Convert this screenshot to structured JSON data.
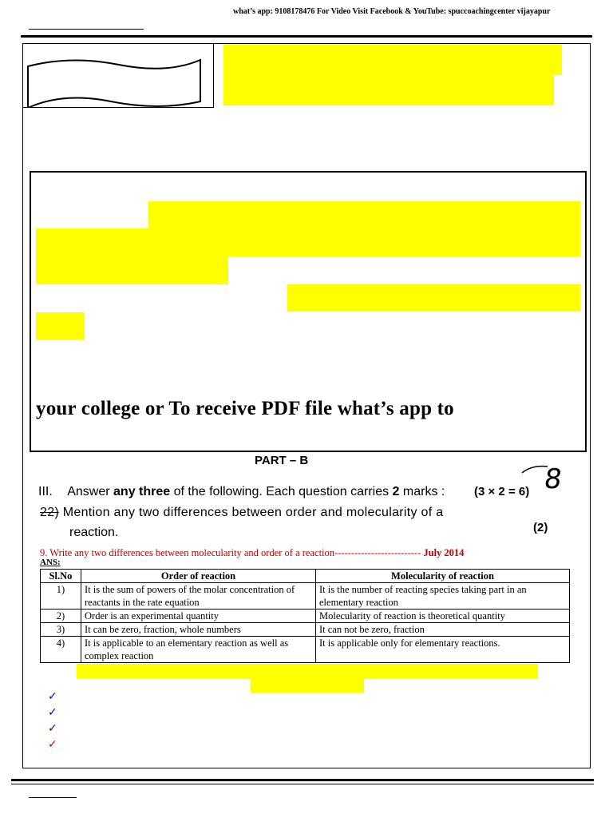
{
  "header": {
    "contact_line": "what’s app: 9108178476 For Video Visit Facebook & YouTube: spuccoachingcenter vijayapur"
  },
  "notice": {
    "bottom_line": "your college or To receive PDF file what’s app to"
  },
  "exam": {
    "part_label": "PART – B",
    "section_number": "III.",
    "instruction_pre": "Answer ",
    "instruction_bold": "any three",
    "instruction_mid": " of the following. Each question carries ",
    "instruction_marks": "2",
    "instruction_post": " marks :",
    "marks_formula": "(3 × 2 = 6)",
    "handwritten_score": "8",
    "question_number": "22)",
    "question_line1": "Mention any two differences between order and molecularity of a",
    "question_line2": "reaction.",
    "question_marks": "(2)"
  },
  "solution": {
    "question_text": "9. Write any two differences between molecularity and order of a reaction--------------------------",
    "question_year": "July 2014",
    "answer_label": "ANS:",
    "columns": [
      "Sl.No",
      "Order of reaction",
      "Molecularity of reaction"
    ],
    "rows": [
      {
        "no": "1)",
        "order": "It is the sum of powers of the molar concentration of reactants in the rate equation",
        "molecularity": "It is the number of reacting species taking part in an elementary reaction"
      },
      {
        "no": "2)",
        "order": "Order is an experimental quantity",
        "molecularity": "Molecularity of reaction is theoretical quantity"
      },
      {
        "no": "3)",
        "order": "It can be zero, fraction, whole numbers",
        "molecularity": "It can not be zero, fraction"
      },
      {
        "no": "4)",
        "order": "It is applicable to an elementary reaction as well as complex reaction",
        "molecularity": "It is applicable only for elementary reactions."
      }
    ]
  },
  "checkmarks": {
    "glyph": "✓",
    "colors": [
      "#0000cc",
      "#0000cc",
      "#0000cc",
      "#e00000"
    ]
  },
  "colors": {
    "highlight": "#ffff00",
    "solution_text": "#c00000"
  }
}
